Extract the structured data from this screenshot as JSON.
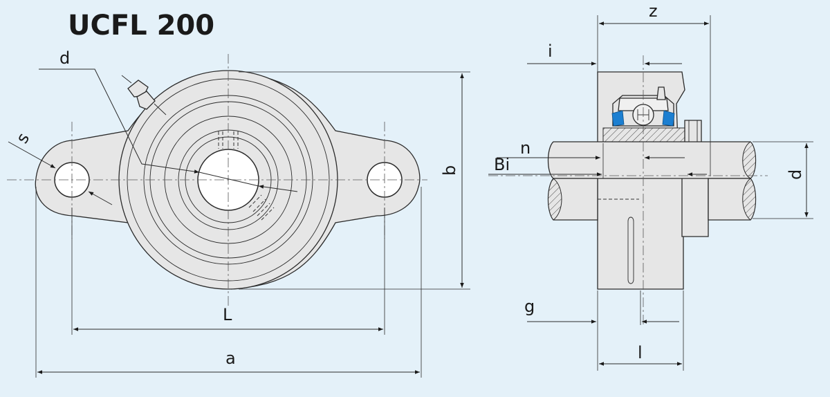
{
  "title": "UCFL 200",
  "front_view": {
    "labels": {
      "d": "d",
      "s": "s",
      "b": "b",
      "L": "L",
      "a": "a"
    }
  },
  "side_view": {
    "labels": {
      "z": "z",
      "i": "i",
      "n": "n",
      "Bi": "Bi",
      "d": "d",
      "g": "g",
      "l": "l"
    }
  },
  "colors": {
    "background": "#e4f1f9",
    "seal": "#1c7fd1"
  }
}
